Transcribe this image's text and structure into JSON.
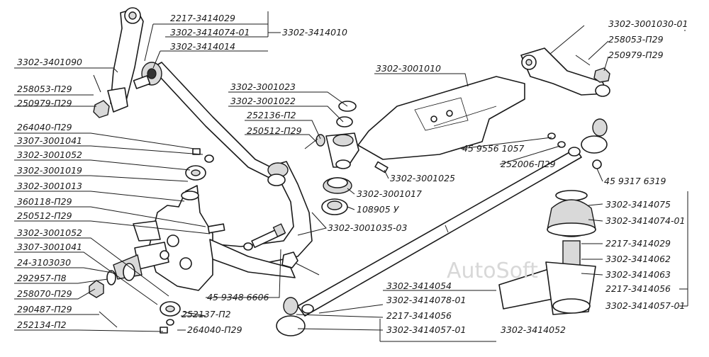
{
  "labels": {
    "l1": "2217-3414029",
    "l2": "3302-3414074-01",
    "l3": "3302-3414010",
    "l4": "3302-3414014",
    "l5": "3302-3401090",
    "l6": "258053-П29",
    "l7": "250979-П29",
    "l8": "264040-П29",
    "l9": "3307-3001041",
    "l10": "3302-3001052",
    "l11": "3302-3001019",
    "l12": "3302-3001013",
    "l13": "360118-П29",
    "l14": "250512-П29",
    "l15": "3302-3001052",
    "l16": "3307-3001041",
    "l17": "24-3103030",
    "l18": "292957-П8",
    "l19": "258070-П29",
    "l20": "290487-П29",
    "l21": "252134-П2",
    "l22": "264040-П29",
    "l23": "252137-П2",
    "l24": "45 9348 6606",
    "l25": "3302-3001023",
    "l26": "3302-3001022",
    "l27": "252136-П2",
    "l28": "250512-П29",
    "l29": "3302-3001010",
    "l30": "3302-3001025",
    "l31": "3302-3001017",
    "l32": "108905 У",
    "l33": "3302-3001035-03",
    "l34": "45 9556 1057",
    "l35": "252006-П29",
    "l36": "45 9317 6319",
    "l37": "3302-3001030-01",
    "l38": "258053-П29",
    "l39": "250979-П29",
    "l40": "3302-3414075",
    "l41": "3302-3414074-01",
    "l42": "2217-3414029",
    "l43": "3302-3414062",
    "l44": "3302-3414063",
    "l45": "2217-3414056",
    "l46": "3302-3414057-01",
    "l47": "3302-3414054",
    "l48": "3302-3414078-01",
    "l49": "2217-3414056",
    "l50": "3302-3414057-01",
    "l51": "3302-3414052"
  },
  "watermark": "AutoSoft"
}
